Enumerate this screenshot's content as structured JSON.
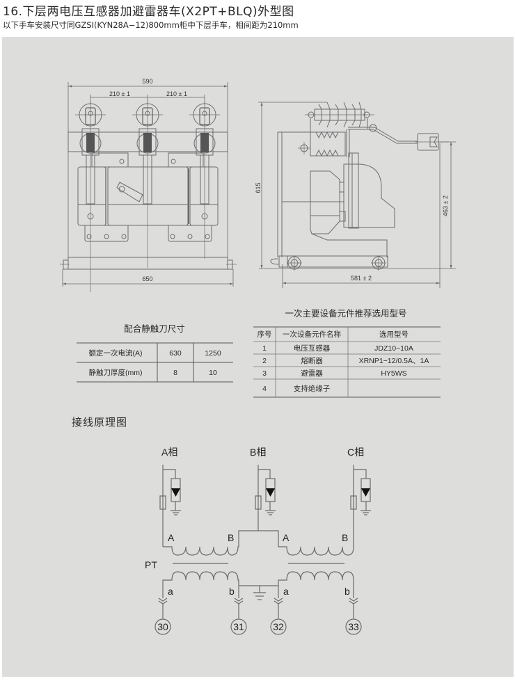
{
  "header": {
    "title": "16.下层两电压互感器加避雷器车(X2PT+BLQ)外型图",
    "subtitle": "以下手车安装尺寸同GZSI(KYN28A−12)800mm柜中下层手车，相间距为210mm"
  },
  "front_view": {
    "dim_total_width": "590",
    "dim_phase_spacing_left": "210 ± 1",
    "dim_phase_spacing_right": "210 ± 1",
    "dim_base_width": "650"
  },
  "side_view": {
    "dim_height": "615",
    "dim_contact_height": "463 ± 2",
    "dim_depth": "581 ± 2"
  },
  "contact_table": {
    "title": "配合静触刀尺寸",
    "rows": [
      [
        "额定一次电流(A)",
        "630",
        "1250"
      ],
      [
        "静触刀厚度(mm)",
        "8",
        "10"
      ]
    ]
  },
  "equipment_table": {
    "title": "一次主要设备元件推荐选用型号",
    "headers": [
      "序号",
      "一次设备元件名称",
      "选用型号"
    ],
    "rows": [
      [
        "1",
        "电压互感器",
        "JDZ10−10A"
      ],
      [
        "2",
        "熔断器",
        "XRNP1−12/0.5A、1A"
      ],
      [
        "3",
        "避雷器",
        "HY5WS"
      ],
      [
        "4",
        "支持绝缘子",
        ""
      ]
    ]
  },
  "schematic": {
    "section_title": "接线原理图",
    "phases": [
      "A相",
      "B相",
      "C相"
    ],
    "primary_terminals": [
      "A",
      "B",
      "A",
      "B"
    ],
    "transformer_label": "PT",
    "secondary_terminals": [
      "a",
      "b",
      "a",
      "b"
    ],
    "terminal_numbers": [
      "30",
      "31",
      "32",
      "33"
    ]
  }
}
